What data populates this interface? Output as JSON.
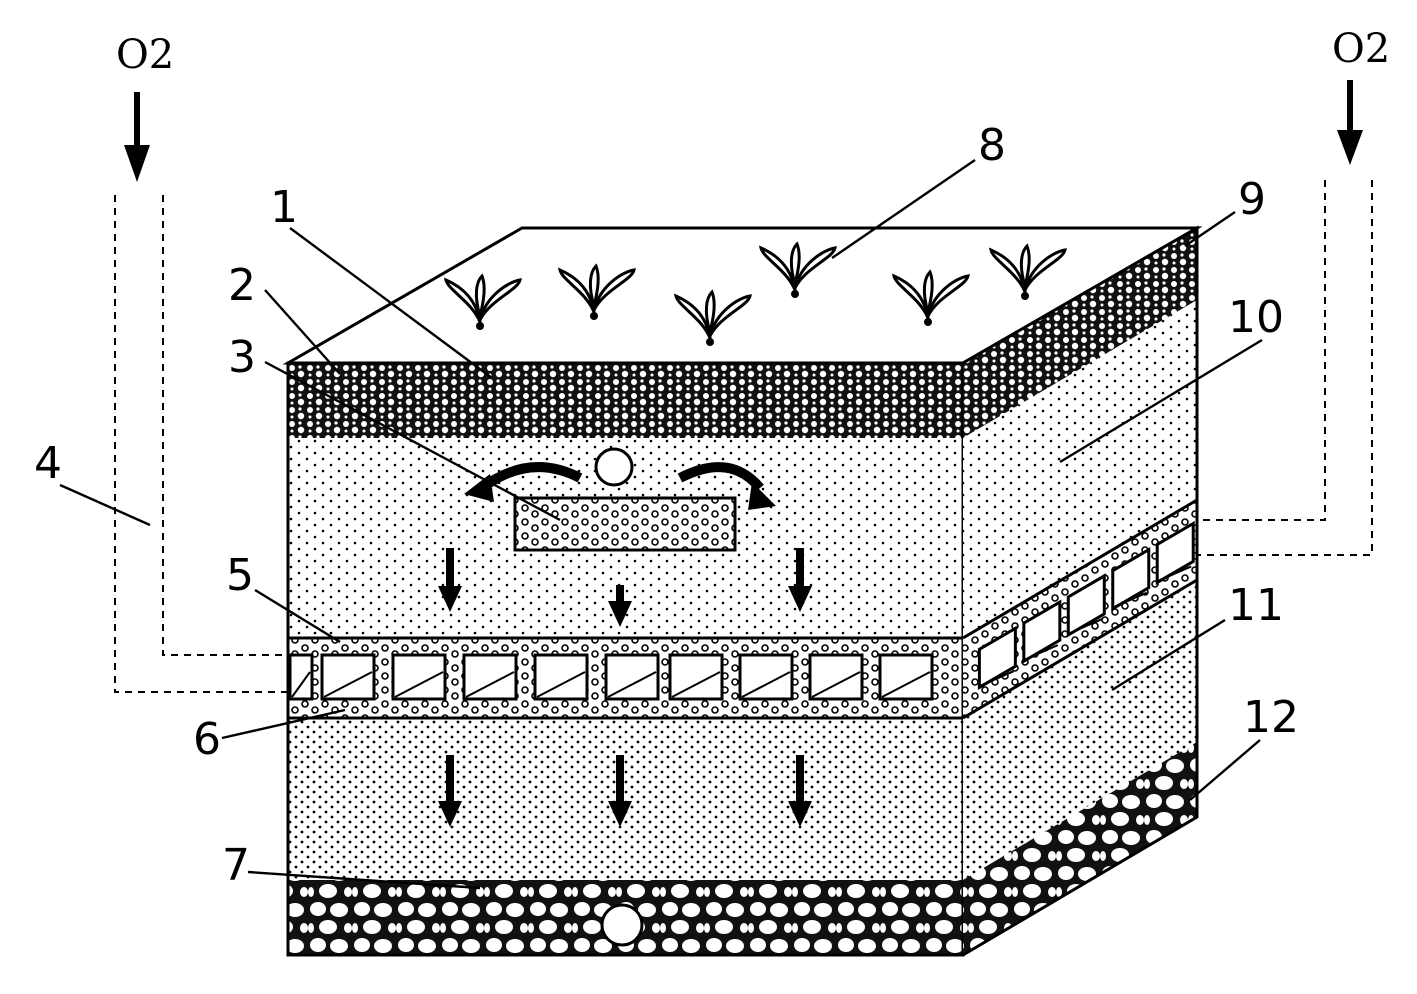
{
  "diagram": {
    "oxygen_left": "O2",
    "oxygen_right": "O2",
    "labels": {
      "l1": "1",
      "l2": "2",
      "l3": "3",
      "l4": "4",
      "l5": "5",
      "l6": "6",
      "l7": "7",
      "l8": "8",
      "l9": "9",
      "l10": "10",
      "l11": "11",
      "l12": "12"
    },
    "colors": {
      "ink": "#000000",
      "paper": "#ffffff"
    }
  }
}
